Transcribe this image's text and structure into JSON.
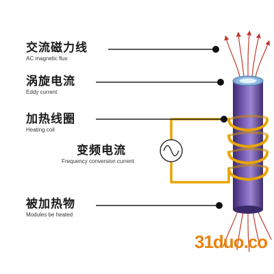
{
  "labels": {
    "flux": {
      "zh": "交流磁力线",
      "en": "AC magnetic flux"
    },
    "eddy": {
      "zh": "涡旋电流",
      "en": "Eddy current"
    },
    "coil": {
      "zh": "加热线圈",
      "en": "Heating coil"
    },
    "freq": {
      "zh": "变频电流",
      "en": "Frequency conversion current"
    },
    "work": {
      "zh": "被加热物",
      "en": "Modules  be heated"
    }
  },
  "watermark": {
    "digits": "31",
    "rest": "duo.co"
  },
  "colors": {
    "cylinder": "#6a4fa0",
    "cylinder_top": "#7ab0dc",
    "coil": "#e8a400",
    "arrow": "#c0392b",
    "leader": "#222222",
    "watermark": "#e8820f"
  },
  "icons": {
    "source": "ac-source-icon",
    "arrows": "flux-arrow-icon"
  }
}
